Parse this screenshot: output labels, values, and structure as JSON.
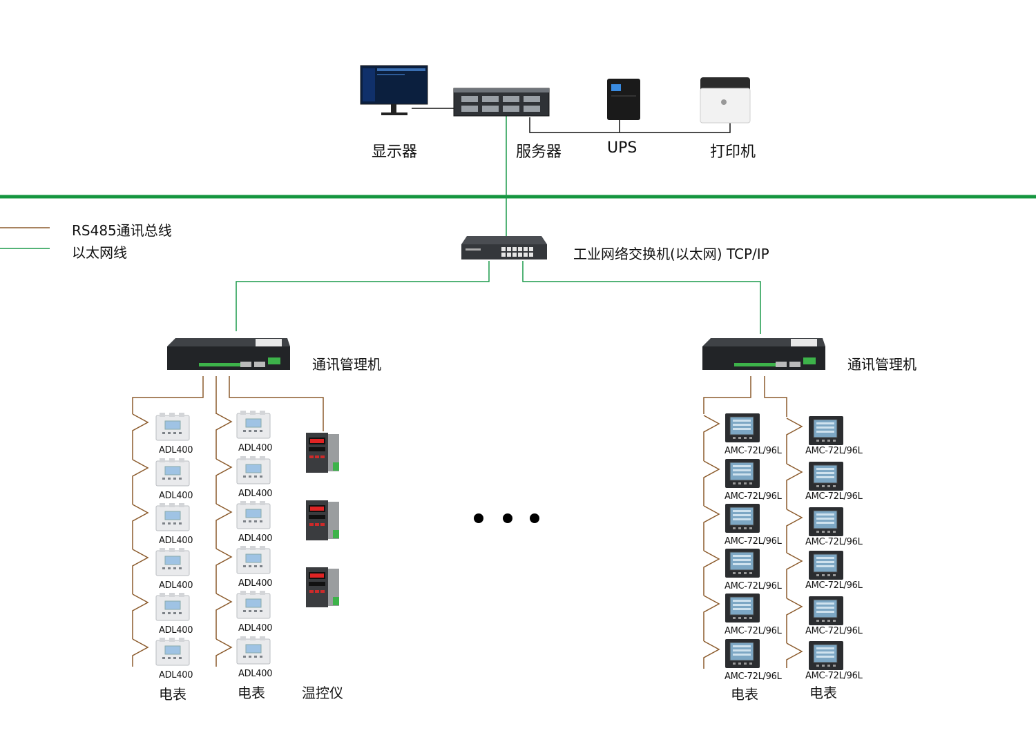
{
  "top": {
    "monitor_label": "显示器",
    "server_label": "服务器",
    "ups_label": "UPS",
    "printer_label": "打印机"
  },
  "legend": {
    "rs485_label": "RS485通讯总线",
    "ethernet_label": "以太网线",
    "rs485_color": "#8b5a2b",
    "ethernet_color": "#1a9a4a"
  },
  "switch": {
    "label": "工业网络交换机(以太网) TCP/IP"
  },
  "gateways": {
    "left_label": "通讯管理机",
    "right_label": "通讯管理机"
  },
  "left_group": {
    "col1_models": [
      "ADL400",
      "ADL400",
      "ADL400",
      "ADL400",
      "ADL400",
      "ADL400"
    ],
    "col2_models": [
      "ADL400",
      "ADL400",
      "ADL400",
      "ADL400",
      "ADL400",
      "ADL400"
    ],
    "col1_caption": "电表",
    "col2_caption": "电表",
    "col3_caption": "温控仪",
    "controller_count": 3
  },
  "right_group": {
    "col1_models": [
      "AMC-72L/96L",
      "AMC-72L/96L",
      "AMC-72L/96L",
      "AMC-72L/96L",
      "AMC-72L/96L",
      "AMC-72L/96L"
    ],
    "col2_models": [
      "AMC-72L/96L",
      "AMC-72L/96L",
      "AMC-72L/96L",
      "AMC-72L/96L",
      "AMC-72L/96L",
      "AMC-72L/96L"
    ],
    "col1_caption": "电表",
    "col2_caption": "电表"
  },
  "colors": {
    "ethernet": "#1a9a4a",
    "bus": "#8b5a2b",
    "backbone": "#15963f"
  }
}
